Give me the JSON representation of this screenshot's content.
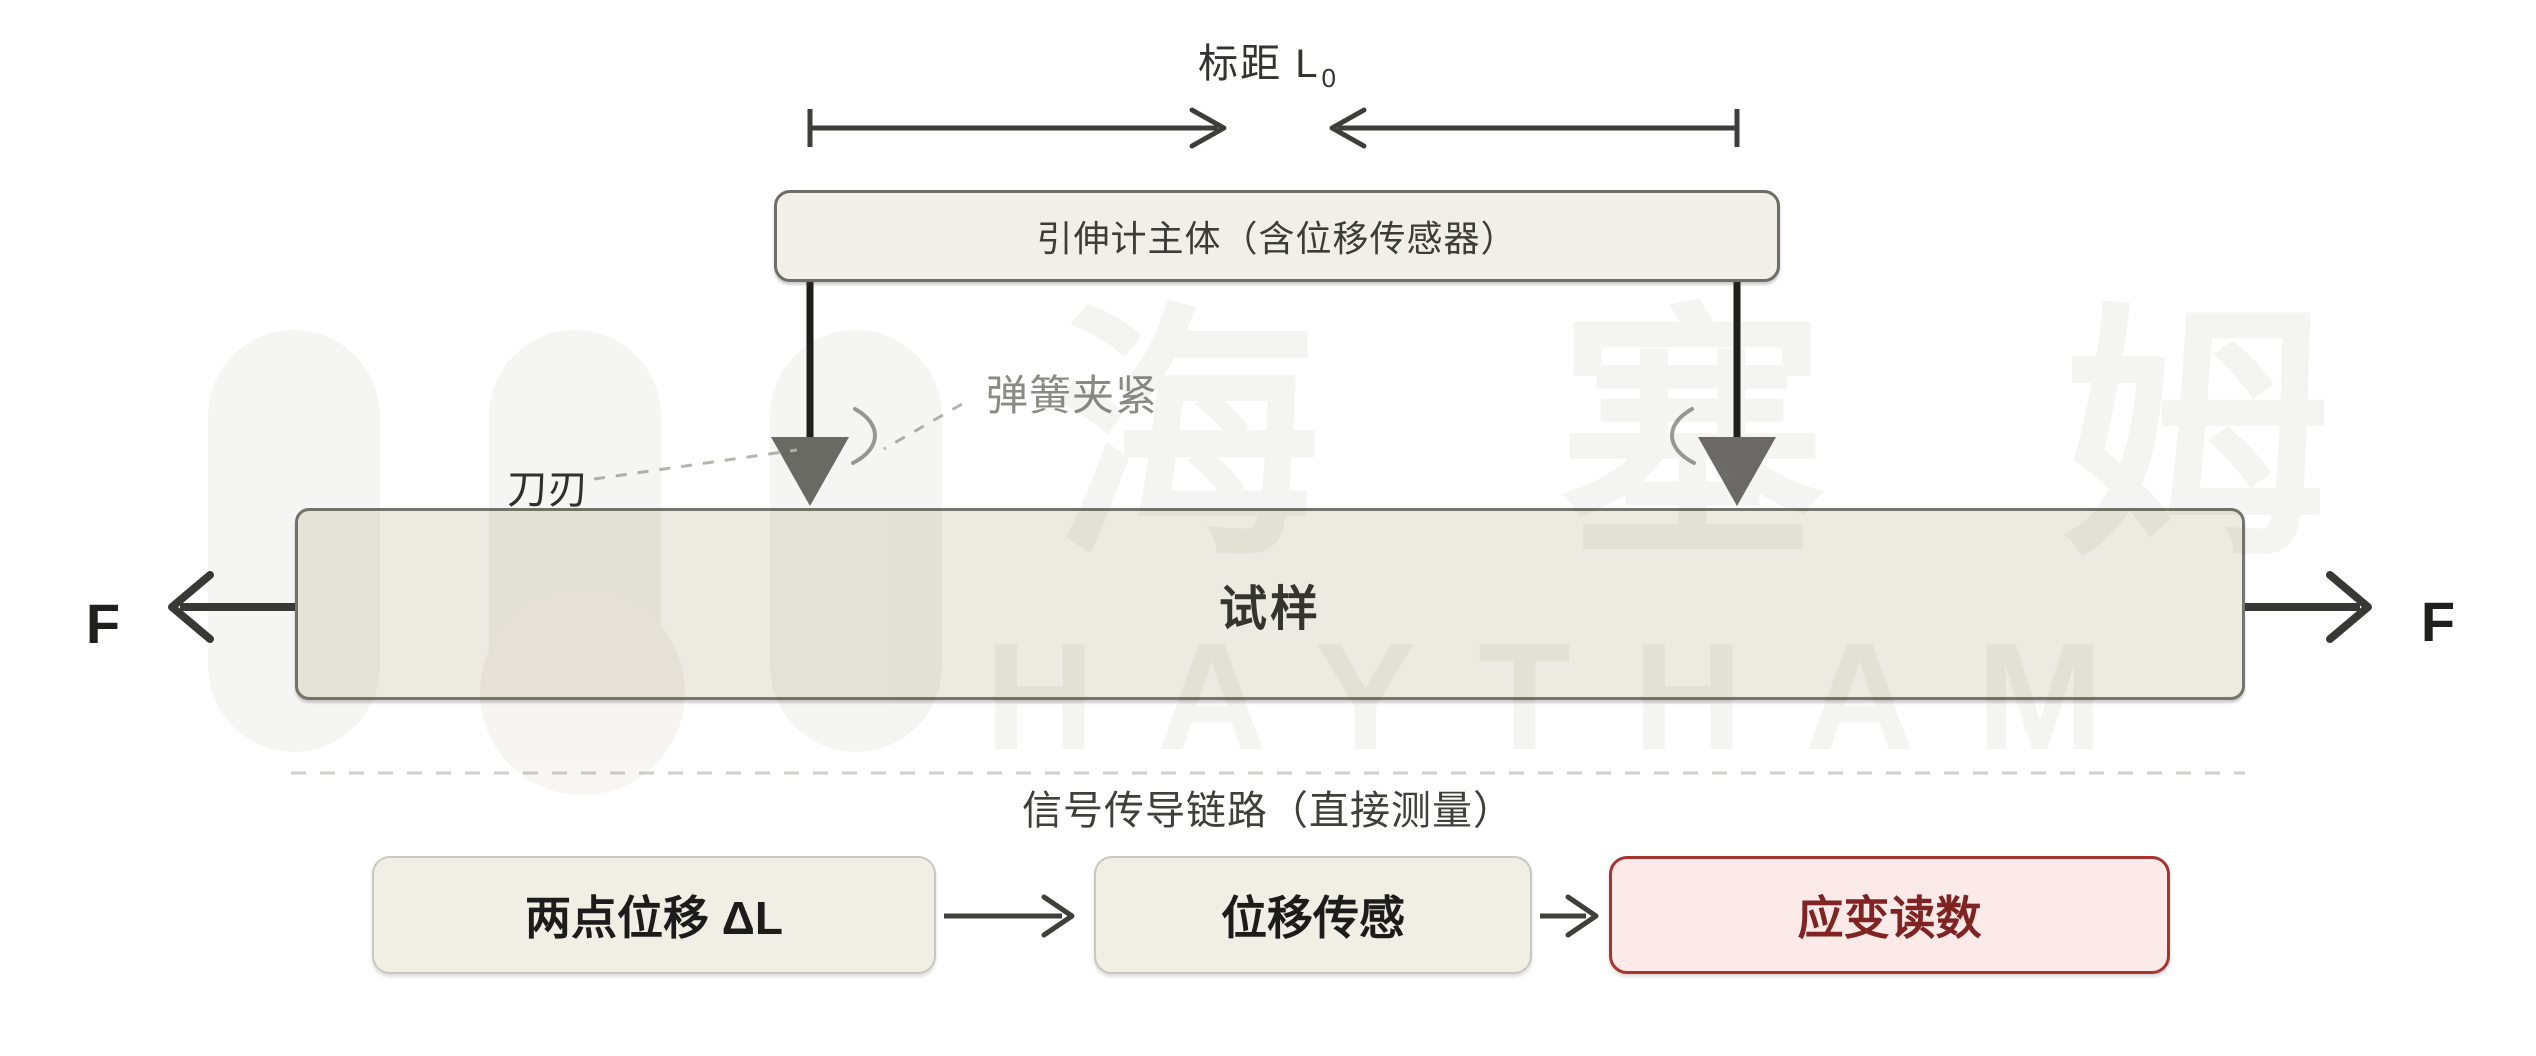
{
  "diagram": {
    "gauge": {
      "label_main": "标距 L",
      "label_sub": "0"
    },
    "extensometer_label": "引伸计主体（含位移传感器）",
    "spring_clamp_label": "弹簧夹紧",
    "knife_edge_label": "刀刃",
    "specimen_label": "试样",
    "force_left_label": "F",
    "force_right_label": "F"
  },
  "signal_chain": {
    "title": "信号传导链路（直接测量）",
    "nodes": [
      {
        "label": "两点位移 ΔL",
        "accent": false
      },
      {
        "label": "位移传感",
        "accent": false
      },
      {
        "label": "应变读数",
        "accent": true
      }
    ]
  },
  "watermark": {
    "cn": [
      "海",
      "塞",
      "姆"
    ],
    "latin": "HAYTHAM"
  },
  "colors": {
    "background": "#ffffff",
    "line_dark": "#3d3d3a",
    "clamp_triangle": "#6c6c68",
    "box_fill_beige": "#f1efe7",
    "specimen_fill": "#edeae1",
    "node_fill": "#f0efe6",
    "accent_fill": "#fbeae8",
    "accent_border": "#a83431",
    "accent_text": "#7f2422",
    "gray_label": "#8b8b85",
    "divider": "#cfcfcb"
  }
}
